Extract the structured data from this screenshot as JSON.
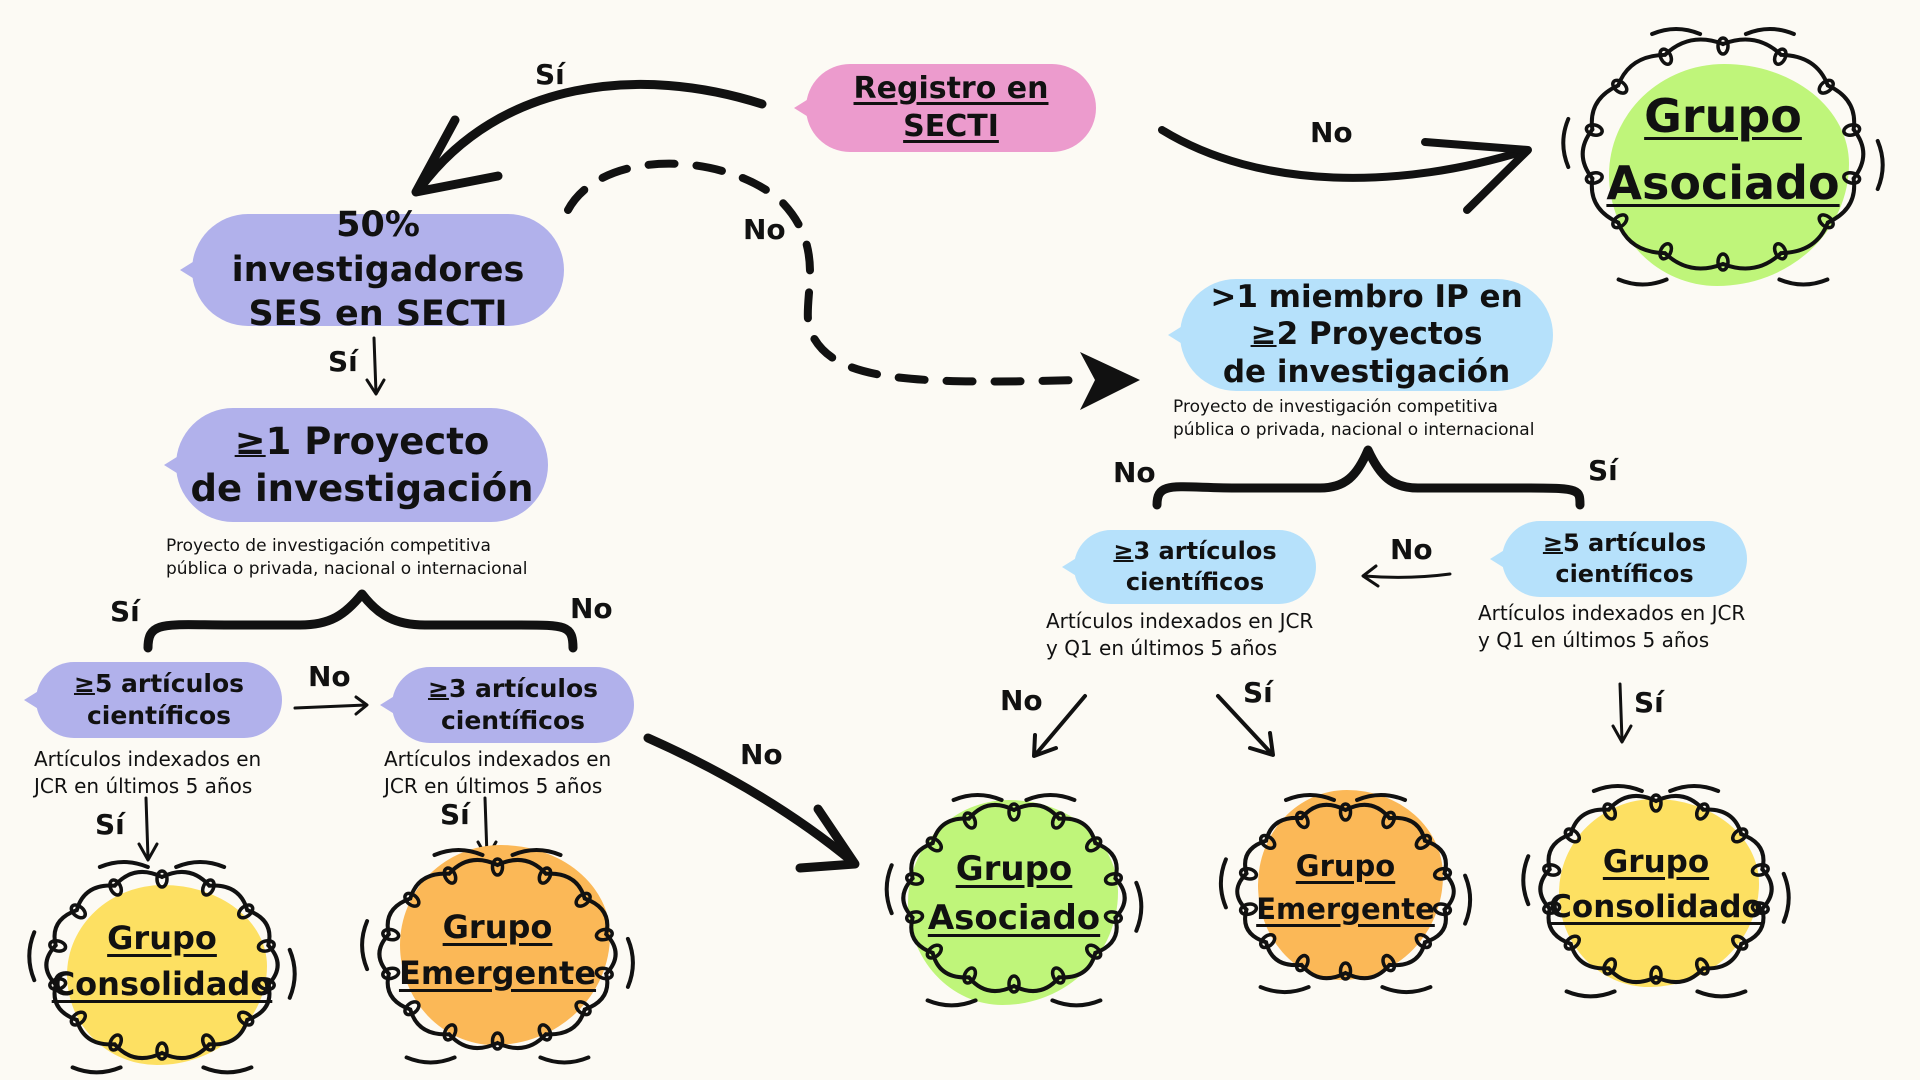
{
  "colors": {
    "background": "#fcfaf4",
    "start_node": "#ec9bcd",
    "left_branch_nodes": "#b1b1eb",
    "right_branch_nodes": "#b6e1fb",
    "grupo_asociado": "#bff57a",
    "grupo_emergente": "#fbb857",
    "grupo_consolidado": "#fde062"
  },
  "start": {
    "line1": "Registro en",
    "line2": "SECTI"
  },
  "left": {
    "ses": {
      "line1": "50% investigadores",
      "line2": "SES en SECTI"
    },
    "proyecto": {
      "ge": "≥",
      "line1_rest": "1 Proyecto",
      "line2": "de investigación"
    },
    "proyecto_note": {
      "line1": "Proyecto de investigación competitiva",
      "line2": "pública o privada, nacional o internacional"
    },
    "art5": {
      "ge": "≥",
      "line1_rest": "5 artículos",
      "line2": "científicos"
    },
    "art5_note": {
      "line1": "Artículos indexados en",
      "line2": "JCR en últimos 5 años"
    },
    "art3": {
      "ge": "≥",
      "line1_rest": "3 artículos",
      "line2": "científicos"
    },
    "art3_note": {
      "line1": "Artículos indexados en",
      "line2": "JCR en últimos 5 años"
    },
    "result_consolidado": {
      "line1": "Grupo",
      "line2": "Consolidado"
    },
    "result_emergente": {
      "line1": "Grupo",
      "line2": "Emergente"
    }
  },
  "right": {
    "miembro": {
      "line1": ">1 miembro IP en",
      "ge": "≥",
      "line2_rest": "2 Proyectos",
      "line3": "de investigación"
    },
    "miembro_note": {
      "line1": "Proyecto de investigación competitiva",
      "line2": "pública o privada, nacional o internacional"
    },
    "art3": {
      "ge": "≥",
      "line1_rest": "3 artículos",
      "line2": "científicos"
    },
    "art3_note": {
      "line1": "Artículos indexados en JCR",
      "line2": "y Q1 en últimos 5 años"
    },
    "art5": {
      "ge": "≥",
      "line1_rest": "5 artículos",
      "line2": "científicos"
    },
    "art5_note": {
      "line1": "Artículos indexados en JCR",
      "line2": "y Q1 en últimos 5 años"
    },
    "result_asociado": {
      "line1": "Grupo",
      "line2": "Asociado"
    },
    "result_emergente": {
      "line1": "Grupo",
      "line2": "Emergente"
    },
    "result_consolidado": {
      "line1": "Grupo",
      "line2": "Consolidado"
    }
  },
  "top_result": {
    "line1": "Grupo",
    "line2": "Asociado"
  },
  "labels": {
    "start_yes": "Sí",
    "start_no": "No",
    "ses_no": "No",
    "ses_yes": "Sí",
    "proyecto_yes": "Sí",
    "proyecto_no": "No",
    "left_art5_no": "No",
    "left_art5_yes": "Sí",
    "left_art3_yes": "Sí",
    "left_art3_no": "No",
    "miembro_no": "No",
    "miembro_yes": "Sí",
    "right_art5_no": "No",
    "right_art3_no": "No",
    "right_art3_yes": "Sí",
    "right_art5_yes": "Sí"
  }
}
